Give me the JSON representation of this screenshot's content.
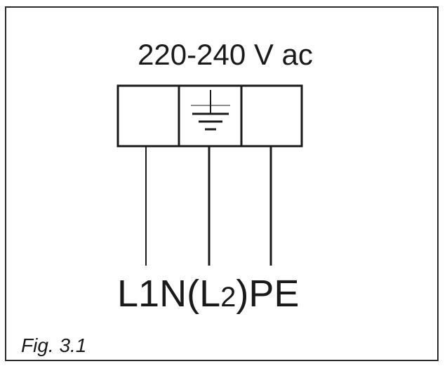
{
  "voltage_label": "220-240 V ac",
  "terminals": {
    "l1": "L1",
    "n_prefix": "N(",
    "l2_letter": "L",
    "l2_subscript": "2",
    "n_suffix": ")",
    "pe": "PE"
  },
  "caption": "Fig. 3.1",
  "colors": {
    "line": "#1a1a1a",
    "background": "#ffffff"
  },
  "icons": {
    "ground": "ground-symbol-icon"
  }
}
